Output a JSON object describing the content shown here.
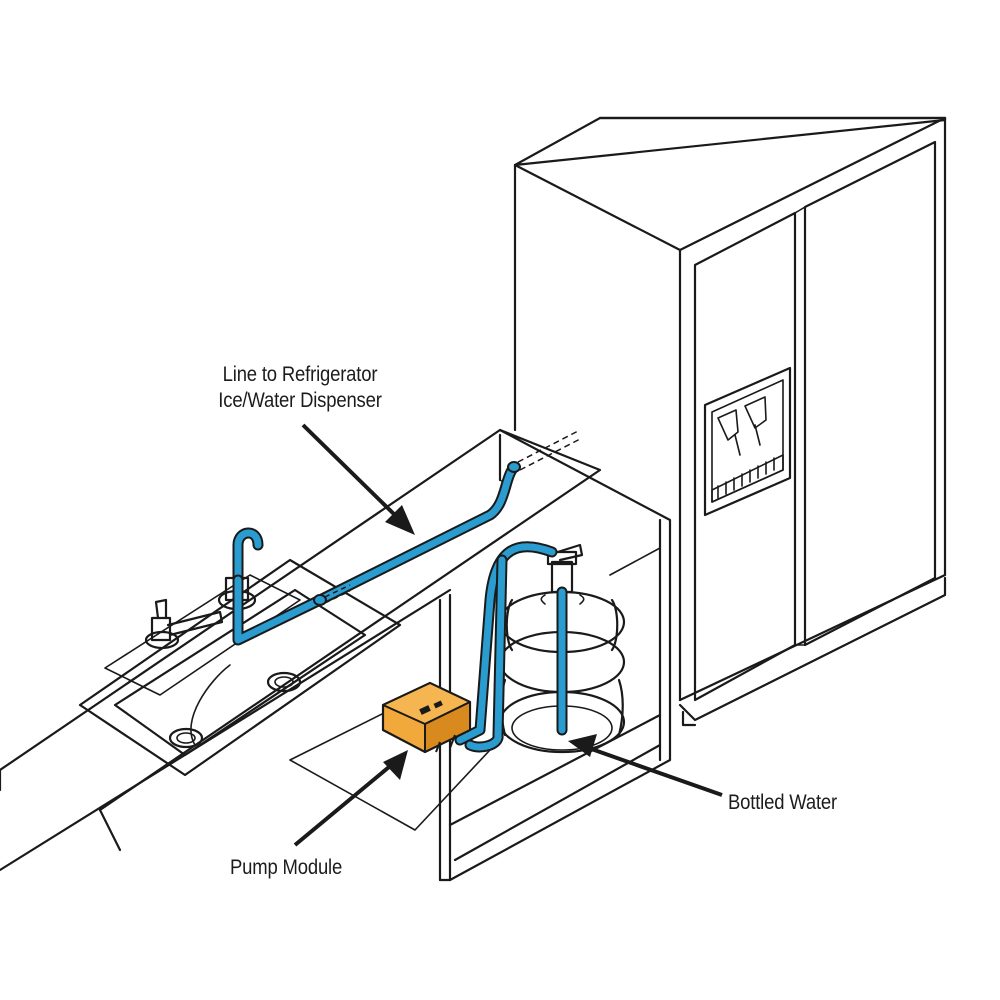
{
  "labels": {
    "line_to_fridge_1": "Line to Refrigerator",
    "line_to_fridge_2": "Ice/Water Dispenser",
    "bottled_water": "Bottled Water",
    "pump_module": "Pump Module"
  },
  "colors": {
    "water_line": "#2a9ccf",
    "pump_body": "#f2a93b",
    "pump_shadow": "#d88a1e",
    "outline": "#1a1a1a"
  }
}
